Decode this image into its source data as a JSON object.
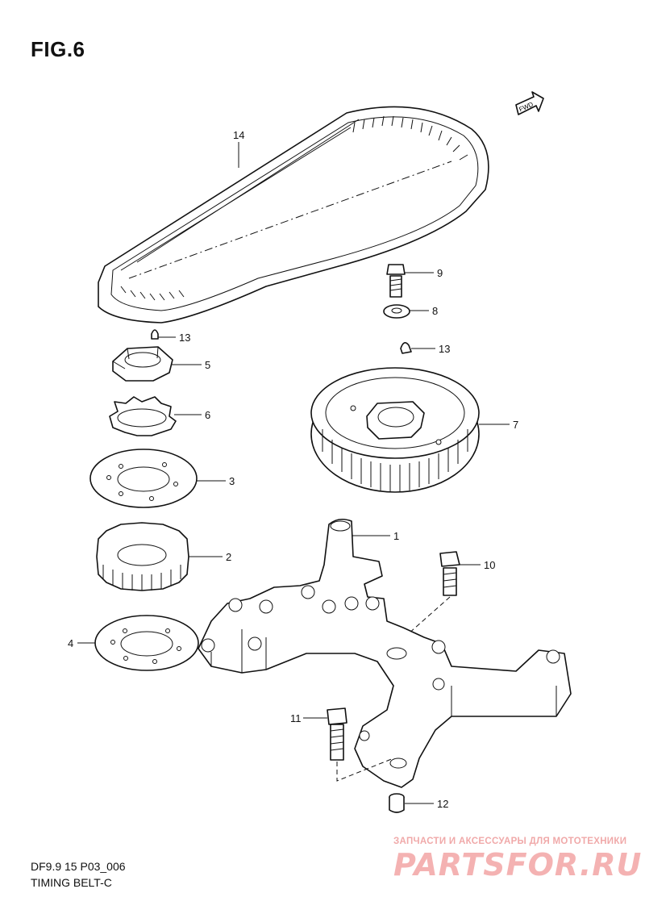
{
  "figure": {
    "title": "FIG.6",
    "code": "DF9.9 15 P03_006",
    "caption": "TIMING BELT-C",
    "fwd_label": "FWD"
  },
  "callouts": [
    {
      "id": "p14",
      "label": "14"
    },
    {
      "id": "p9",
      "label": "9"
    },
    {
      "id": "p8",
      "label": "8"
    },
    {
      "id": "p13a",
      "label": "13"
    },
    {
      "id": "p13b",
      "label": "13"
    },
    {
      "id": "p5",
      "label": "5"
    },
    {
      "id": "p6",
      "label": "6"
    },
    {
      "id": "p7",
      "label": "7"
    },
    {
      "id": "p3",
      "label": "3"
    },
    {
      "id": "p1",
      "label": "1"
    },
    {
      "id": "p2",
      "label": "2"
    },
    {
      "id": "p10",
      "label": "10"
    },
    {
      "id": "p4",
      "label": "4"
    },
    {
      "id": "p11",
      "label": "11"
    },
    {
      "id": "p12",
      "label": "12"
    }
  ],
  "watermark": {
    "subtitle": "ЗАПЧАСТИ И АКСЕССУАРЫ ДЛЯ МОТОТЕХНИКИ",
    "logo": "PARTSFOR.RU"
  }
}
